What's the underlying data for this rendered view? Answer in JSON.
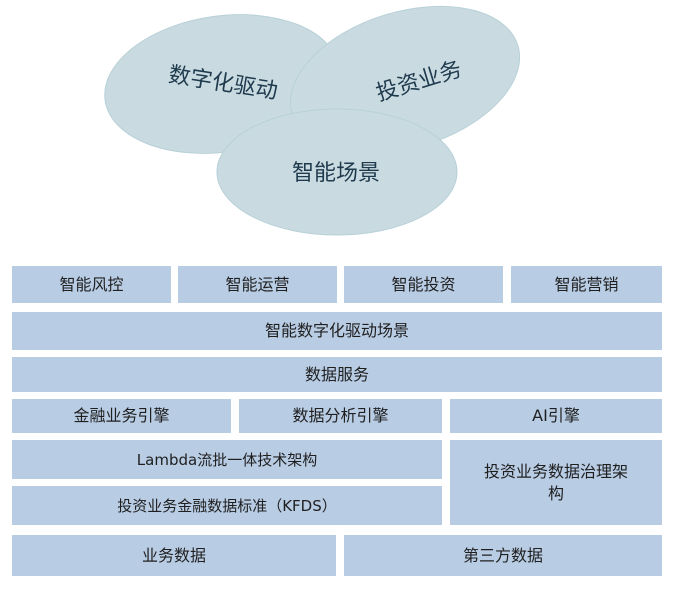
{
  "venn": {
    "circle_fill": "#b7cfd8",
    "labels": {
      "digital_drive": "数字化驱动",
      "investment_business": "投资业务",
      "smart_scenario": "智能场景"
    }
  },
  "architecture": {
    "box_color": "#b8cce4",
    "row1": [
      "智能风控",
      "智能运营",
      "智能投资",
      "智能营销"
    ],
    "scenario_layer": "智能数字化驱动场景",
    "data_service": "数据服务",
    "engines": [
      "金融业务引擎",
      "数据分析引擎",
      "AI引擎"
    ],
    "lambda_architecture": "Lambda流批一体技术架构",
    "kfds_standard": "投资业务金融数据标准（KFDS）",
    "governance": "投资业务数据治理架构",
    "bottom": [
      "业务数据",
      "第三方数据"
    ]
  }
}
